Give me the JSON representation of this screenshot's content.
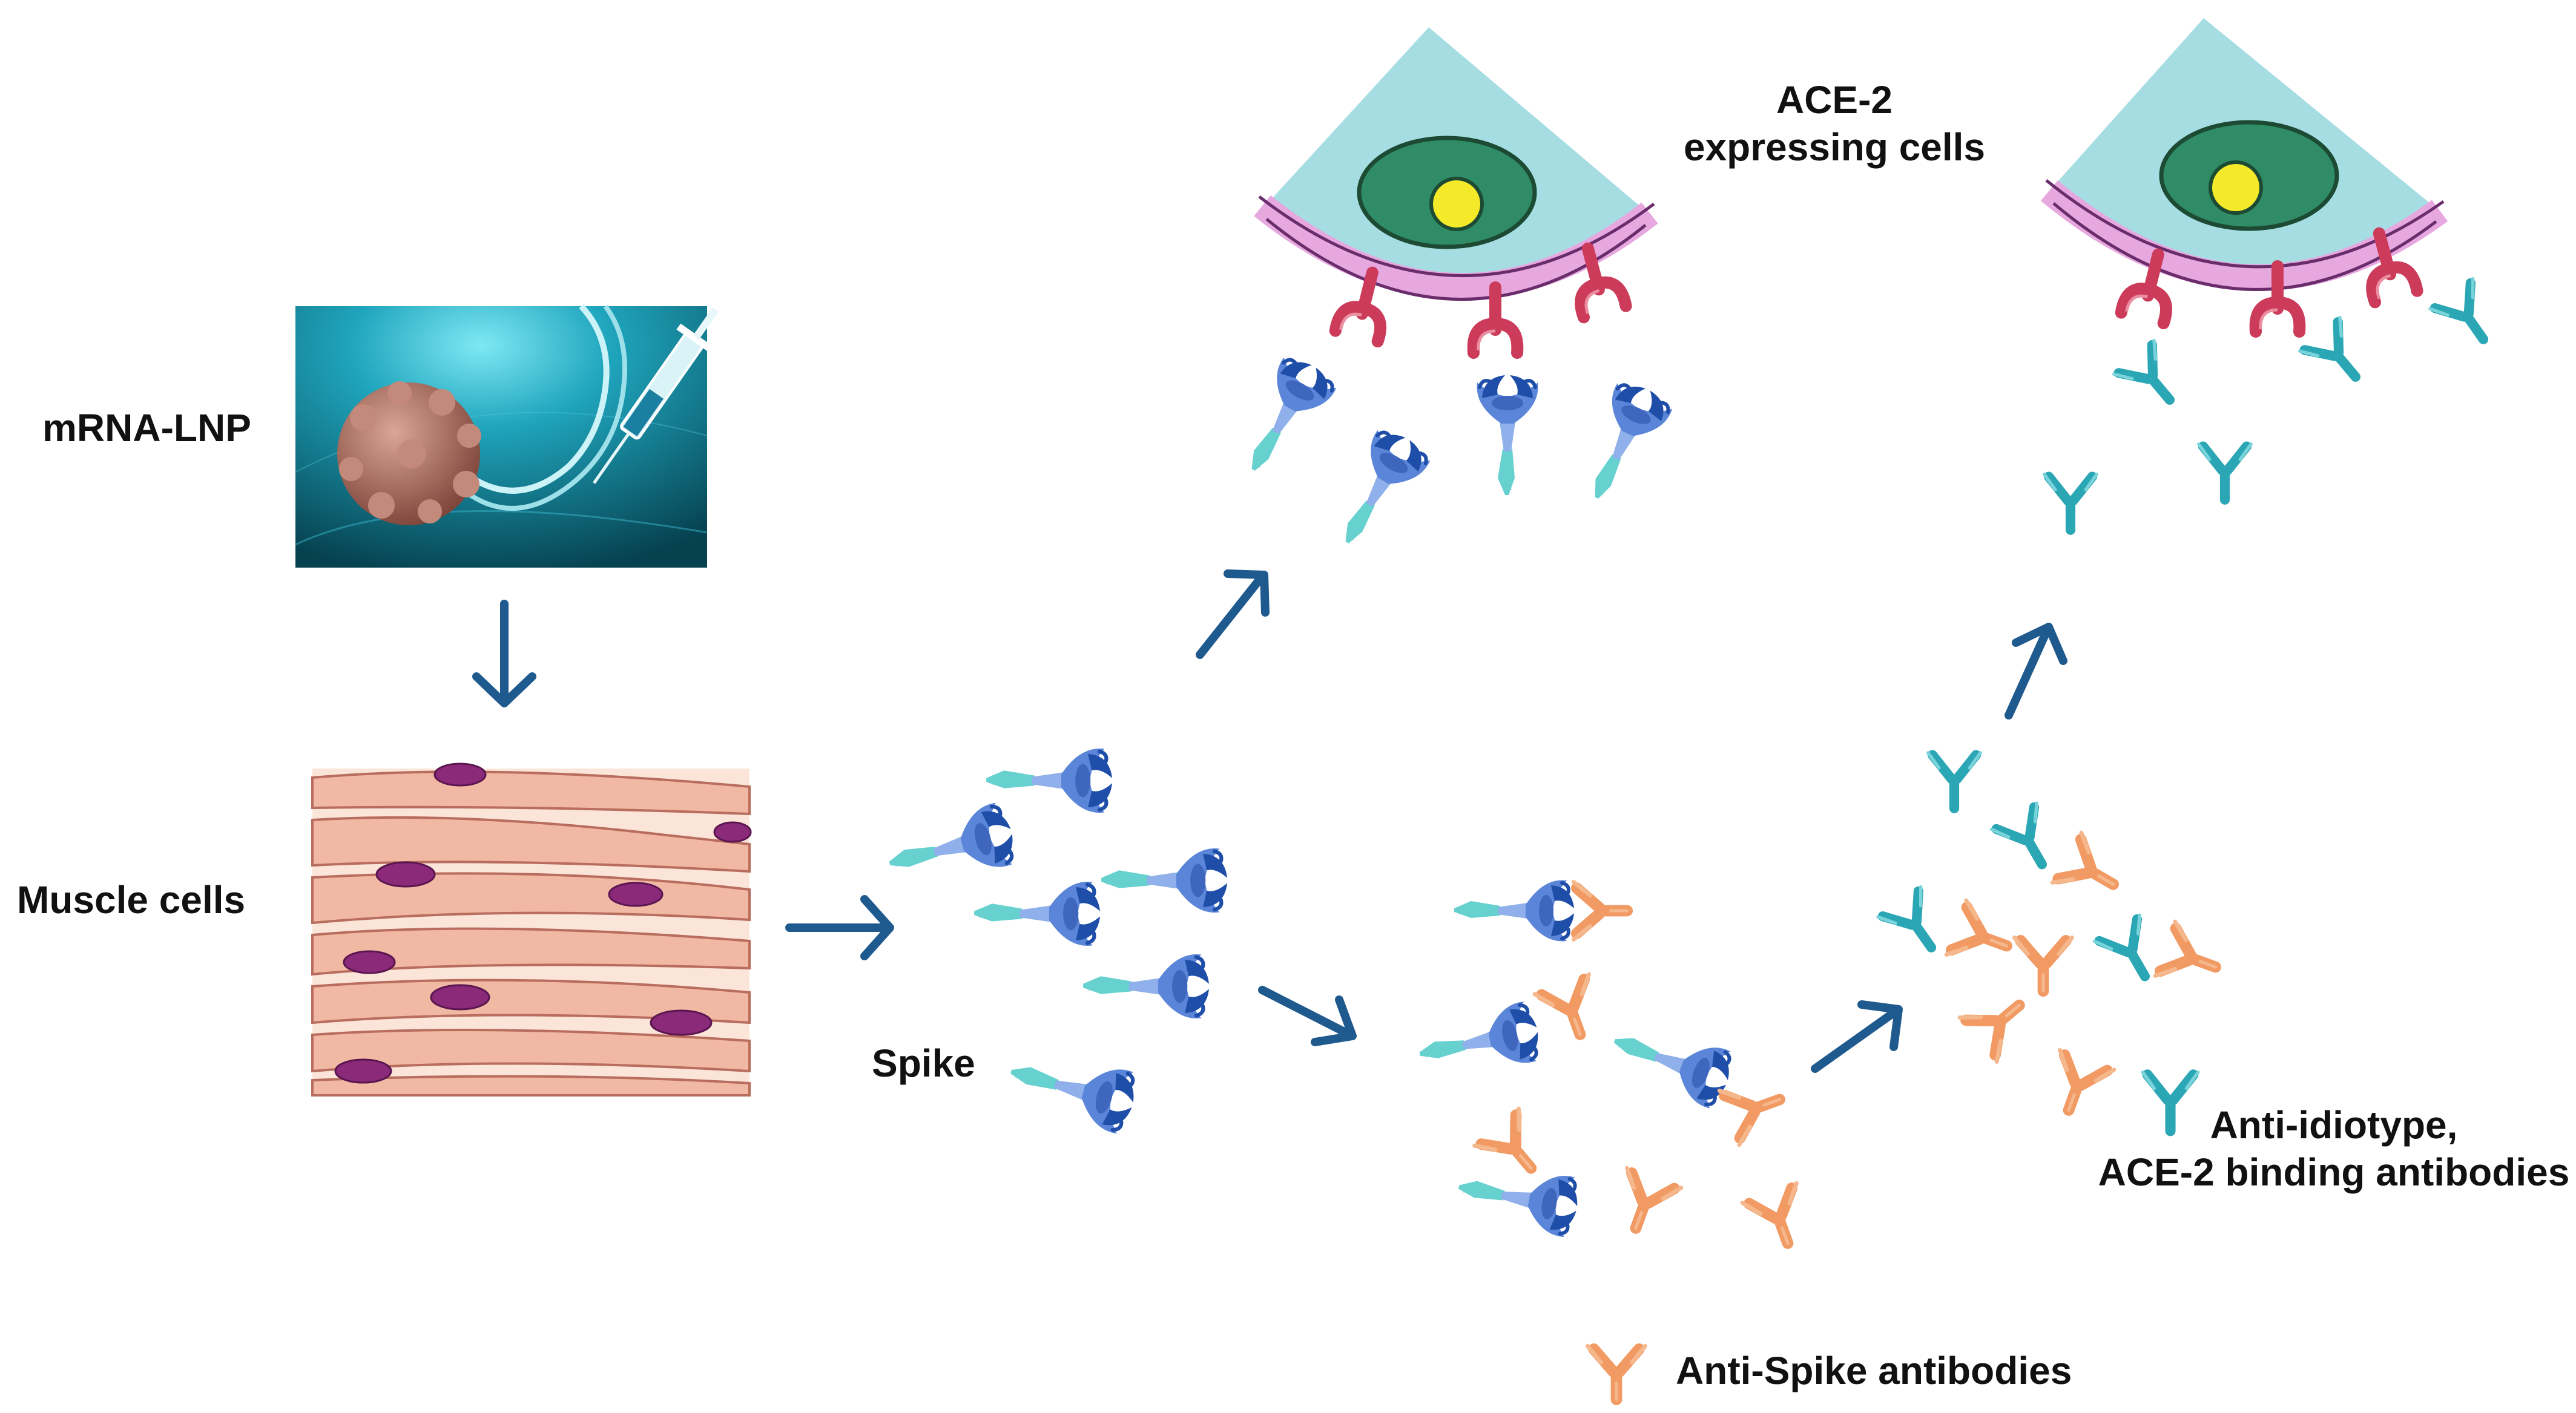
{
  "labels": {
    "mrna_lnp": "mRNA-LNP",
    "muscle_cells": "Muscle cells",
    "spike": "Spike",
    "ace2_cells_line1": "ACE-2",
    "ace2_cells_line2": "expressing cells",
    "anti_idiotype_line1": "Anti-idiotype,",
    "anti_idiotype_line2": "ACE-2 binding antibodies",
    "anti_spike_antibodies": "Anti-Spike antibodies"
  },
  "colors": {
    "arrow": "#1f5a8e",
    "cell_cytoplasm": "#a5dde3",
    "cell_membrane": "#e7a7df",
    "cell_membrane_line": "#6a2d6c",
    "nucleus": "#2f8c66",
    "nucleolus": "#f4ea2a",
    "ace2_receptor": "#cc3c5a",
    "spike_head": "#5a85d8",
    "spike_dark": "#1f4ea8",
    "spike_stem": "#66d1cf",
    "anti_spike_antibody": "#f29a63",
    "anti_idiotype_antibody": "#2aa6b4",
    "muscle_fiber": "#f1b8a3",
    "muscle_nucleus": "#8a2a78",
    "lnp_background": "#0f7c92",
    "lnp_particle": "#a86a5c"
  },
  "icons": {
    "vaccine_image": "mrna-lnp-syringe-image",
    "muscle_image": "muscle-tissue-image",
    "spike": "spike-protein-icon",
    "anti_spike": "y-shaped-antibody-icon-orange",
    "anti_idiotype": "y-shaped-antibody-icon-teal",
    "ace2": "ace2-receptor-icon"
  }
}
